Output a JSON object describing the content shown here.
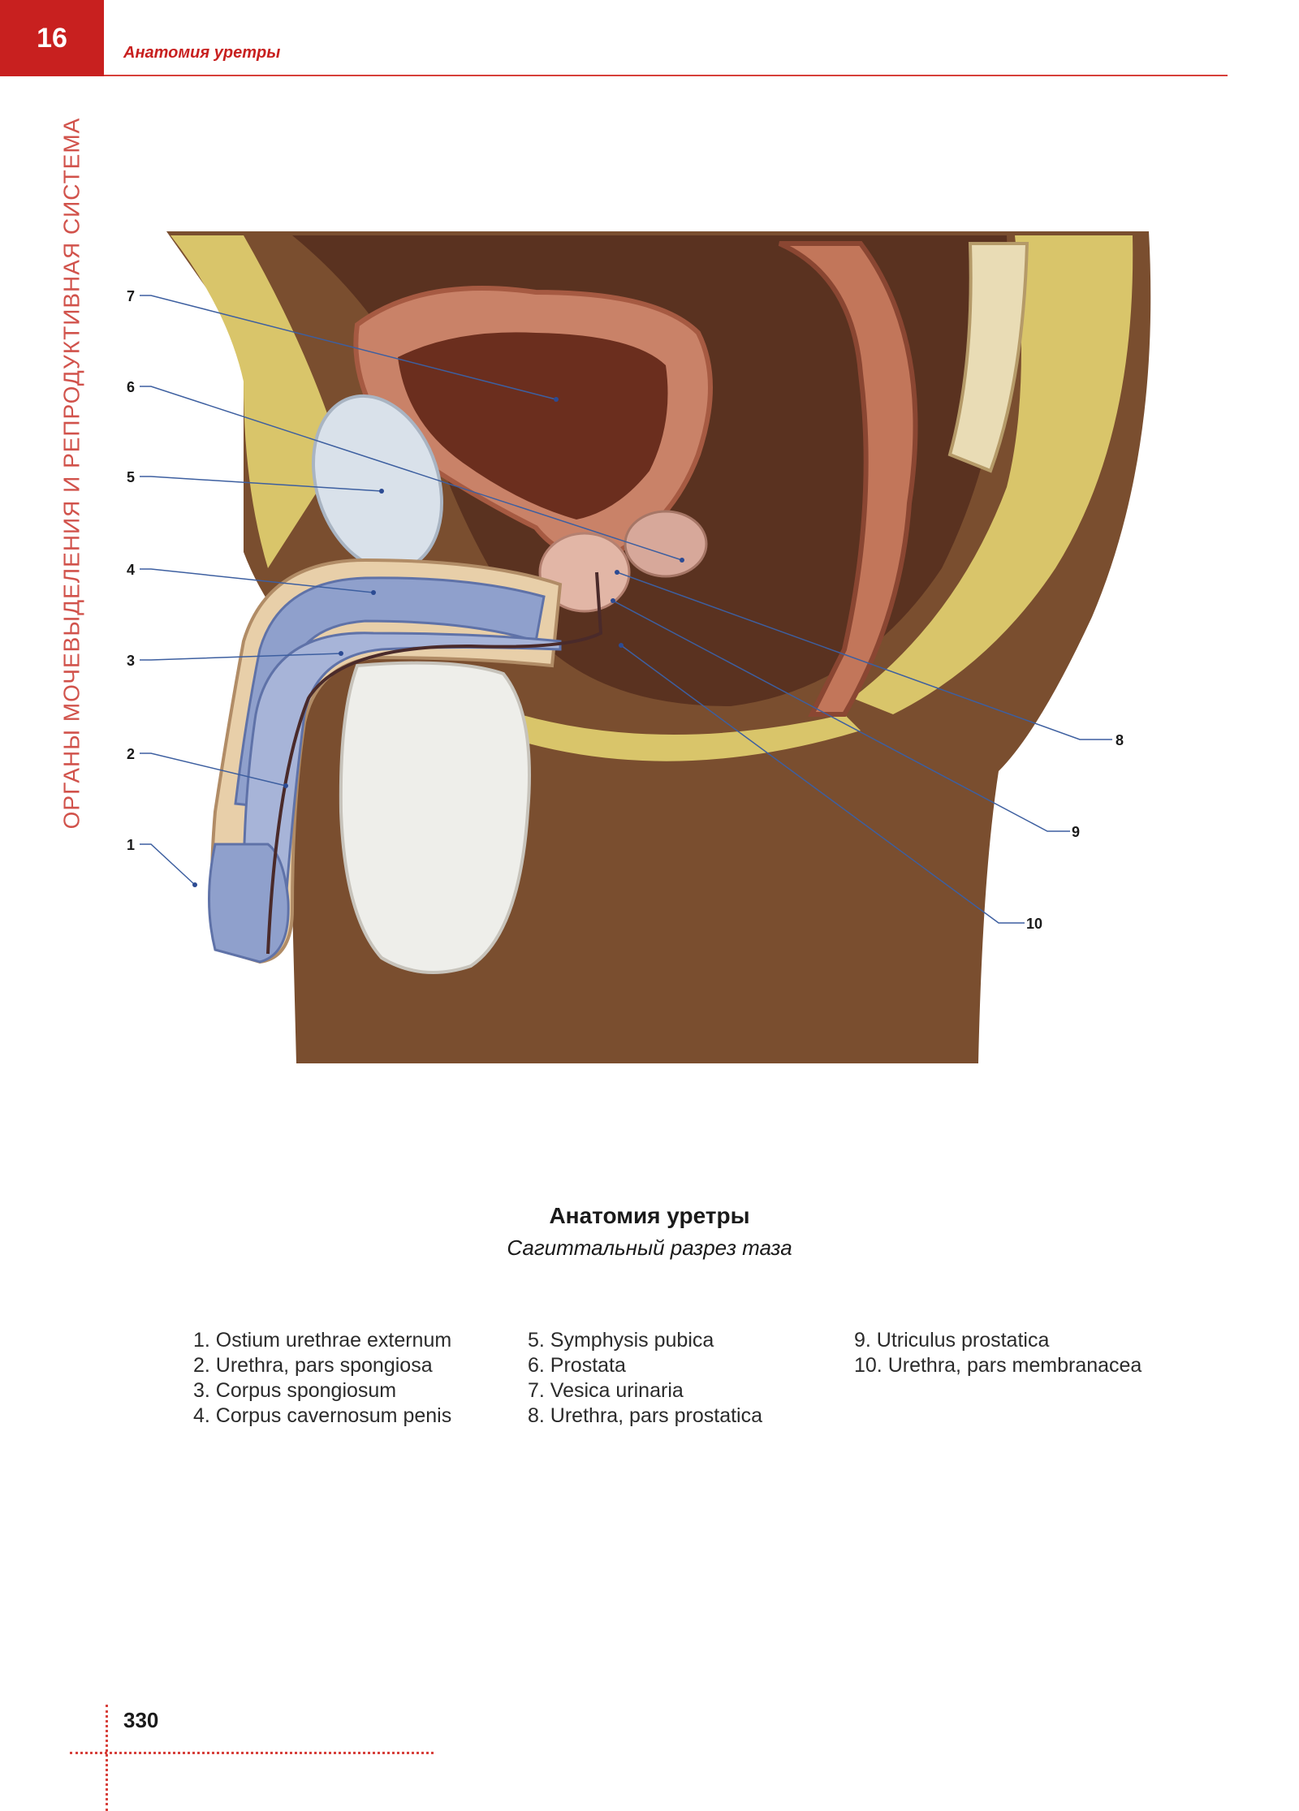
{
  "header": {
    "chapter_number": "16",
    "title": "Анатомия уретры"
  },
  "side_text": "ОРГАНЫ МОЧЕВЫДЕЛЕНИЯ И РЕПРОДУКТИВНАЯ СИСТЕМА",
  "figure": {
    "labels": [
      "1",
      "2",
      "3",
      "4",
      "5",
      "6",
      "7",
      "8",
      "9",
      "10"
    ]
  },
  "caption": {
    "title": "Анатомия уретры",
    "subtitle": "Сагиттальный разрез таза"
  },
  "legend": {
    "col1": [
      "1. Ostium urethrae externum",
      "2. Urethra, pars spongiosa",
      "3. Corpus spongiosum",
      "4. Corpus cavernosum penis"
    ],
    "col2": [
      "5. Symphysis pubica",
      "6. Prostata",
      "7. Vesica urinaria",
      "8. Urethra, pars prostatica"
    ],
    "col3": [
      "9. Utriculus prostatica",
      "10. Urethra, pars membranacea"
    ]
  },
  "page_number": "330",
  "colors": {
    "accent": "#c8201f",
    "leader_line": "#3d5fa0",
    "skin": "#7a4e2f",
    "fat": "#d9c56a",
    "muscle": "#c2765a",
    "spongy_tissue": "#8fa0cc"
  }
}
